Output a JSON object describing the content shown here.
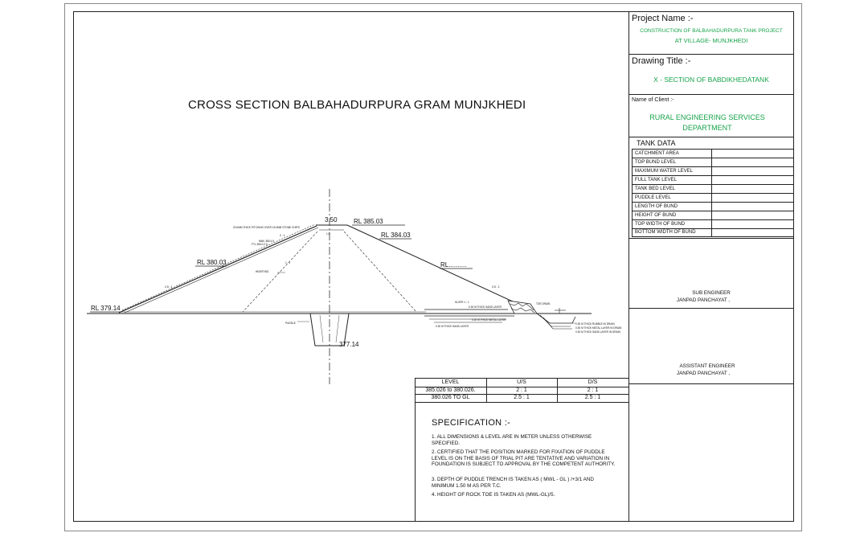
{
  "drawing": {
    "title": "CROSS SECTION BALBAHADURPURA GRAM MUNJKHEDI",
    "rl_labels": {
      "top": "RL 385.03",
      "top_width": "3.50",
      "ds_upper": "RL 384.03",
      "us_mid": "RL 380.03",
      "ds_blank": "RL..........",
      "us_toe": "RL  379.14",
      "puddle_bottom": "377.14"
    },
    "slope_labels": {
      "us_upper": "2 : 1",
      "us_lower": "2.5 : 1",
      "ds": "2.5 : 1"
    },
    "small_notes": {
      "pitching": "20.0MM THICK PITCHING OVER 15.0MM STONE CHIPS",
      "mwl": "MWL 383.4.5",
      "ftl": "FTL 383.0.2.5",
      "hearting": "HEARTING",
      "puddle": "PUDDLE",
      "casing_top": "1 : 1",
      "top_strip": "1.5",
      "slope_rock": "SLOPE 1 : 1",
      "rock_layer": "0.30 M THICK SAND LAYER",
      "metal_layer": "0.20 M THICK METAL LAYER",
      "sand_bottom": "0.30 M THICK SAND LAYER",
      "rubble": "0.30 M THICK RUBBLE IN DRAIN",
      "rt_metal": "0.30 M THICK METAL LAYER IN DRAIN",
      "rt_sand": "0.30 M THICK SAND LAYER IN DRAIN",
      "toe_drain": "TOE DRAIN"
    }
  },
  "title_block": {
    "project_name_label": "Project Name :-",
    "project_line1": "CONSTRUCTION OF BALBAHADURPURA TANK PROJECT",
    "project_line2": "AT VILLAGE- MUNJKHEDI",
    "drawing_title_label": "Drawing Title :-",
    "drawing_title": "X - SECTION OF BABDIKHEDATANK",
    "client_label": "Name of Client :-",
    "client_line1": "RURAL ENGINEERING SERVICES",
    "client_line2": "DEPARTMENT",
    "tank_data_label": "TANK DATA",
    "tank_data_rows": [
      "CATCHMENT AREA",
      "TOP BUND LEVEL",
      "MAXIMUM WATER LEVEL",
      "FULL TANK LEVEL",
      "TANK BED LEVEL",
      "PUDDLE LEVEL",
      "LENGTH OF BUND",
      "HEIGHT OF BUND",
      "TOP WIDTH OF BUND",
      "BOTTOM WIDTH OF BUND"
    ],
    "sub_engineer": "SUB ENGINEER",
    "sub_engineer_office": "JANPAD PANCHAYAT ,",
    "asst_engineer": "ASSISTANT ENGINEER",
    "asst_engineer_office": "JANPAD PANCHAYAT ,"
  },
  "level_table": {
    "headers": [
      "LEVEL",
      "U/S",
      "D/S"
    ],
    "rows": [
      [
        "385.026 to 380.026.",
        "2 : 1",
        "2 : 1"
      ],
      [
        "380.026 TO GL",
        "2.5 : 1",
        "2.5 : 1"
      ]
    ]
  },
  "specification": {
    "title": "SPECIFICATION :-",
    "items": [
      "1. ALL DIMENSIONS & LEVEL ARE IN METER UNLESS OTHERWISE SPECIFIED.",
      "2. CERTIFIED THAT THE POSITION MARKED FOR FIXATION OF PUDDLE LEVEL IS ON THE BASIS OF TRIAL PIT ARE TENTATIVE AND VARIATION IN FOUNDATION IS SUBJECT TO APPROVAL BY THE COMPETENT AUTHORITY.",
      "3. DEPTH OF PUDDLE TRENCH IS TAKEN AS ( MWL - GL ) /+3/1 AND MINIMUM 1.50 M AS PER T.C.",
      "4. HEIGHT OF ROCK TOE IS TAKEN AS (MWL-GL)/5."
    ]
  }
}
